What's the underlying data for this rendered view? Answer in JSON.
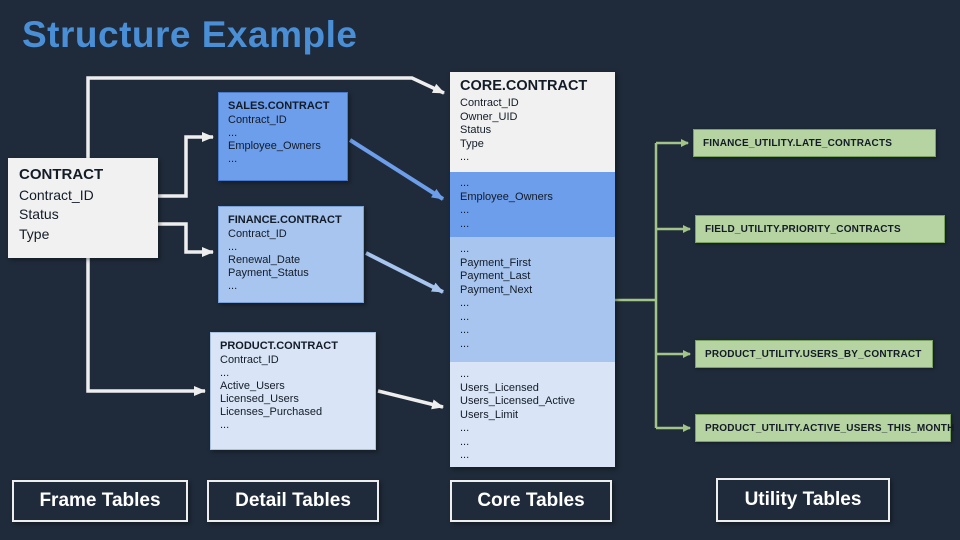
{
  "title": "Structure Example",
  "colors": {
    "bg": "#1f2b3a",
    "title": "#4a8fd6",
    "box-white": "#f1f1f1",
    "blue-mid": "#6d9eeb",
    "blue-light": "#a7c5ee",
    "blue-pale": "#d9e5f6",
    "green-box": "#b6d3a2",
    "green-line": "#a3c487",
    "line-white": "#eeeeee",
    "text-dark": "#131b27",
    "text-light": "#ffffff"
  },
  "frame_table": {
    "name": "CONTRACT",
    "fields": [
      "Contract_ID",
      "Status",
      "Type"
    ]
  },
  "detail_tables": [
    {
      "name": "SALES.CONTRACT",
      "fields": [
        "Contract_ID",
        "...",
        "Employee_Owners",
        "..."
      ]
    },
    {
      "name": "FINANCE.CONTRACT",
      "fields": [
        "Contract_ID",
        "...",
        "Renewal_Date",
        "Payment_Status",
        "..."
      ]
    },
    {
      "name": "PRODUCT.CONTRACT",
      "fields": [
        "Contract_ID",
        "...",
        "Active_Users",
        "Licensed_Users",
        "Licenses_Purchased",
        "..."
      ]
    }
  ],
  "core_table": {
    "name": "CORE.CONTRACT",
    "sections": [
      {
        "fields": [
          "Contract_ID",
          "Owner_UID",
          "Status",
          "Type",
          "..."
        ]
      },
      {
        "fields": [
          "...",
          "Employee_Owners",
          "...",
          "..."
        ]
      },
      {
        "fields": [
          "...",
          "Payment_First",
          "Payment_Last",
          "Payment_Next",
          "...",
          "...",
          "...",
          "..."
        ]
      },
      {
        "fields": [
          "...",
          "Users_Licensed",
          "Users_Licensed_Active",
          "Users_Limit",
          "...",
          "...",
          "..."
        ]
      }
    ]
  },
  "utility_tables": [
    {
      "name": "FINANCE_UTILITY.LATE_CONTRACTS"
    },
    {
      "name": "FIELD_UTILITY.PRIORITY_CONTRACTS"
    },
    {
      "name": "PRODUCT_UTILITY.USERS_BY_CONTRACT"
    },
    {
      "name": "PRODUCT_UTILITY.ACTIVE_USERS_THIS_MONTH"
    }
  ],
  "legend": {
    "frame": "Frame Tables",
    "detail": "Detail Tables",
    "core": "Core Tables",
    "utility": "Utility Tables"
  }
}
